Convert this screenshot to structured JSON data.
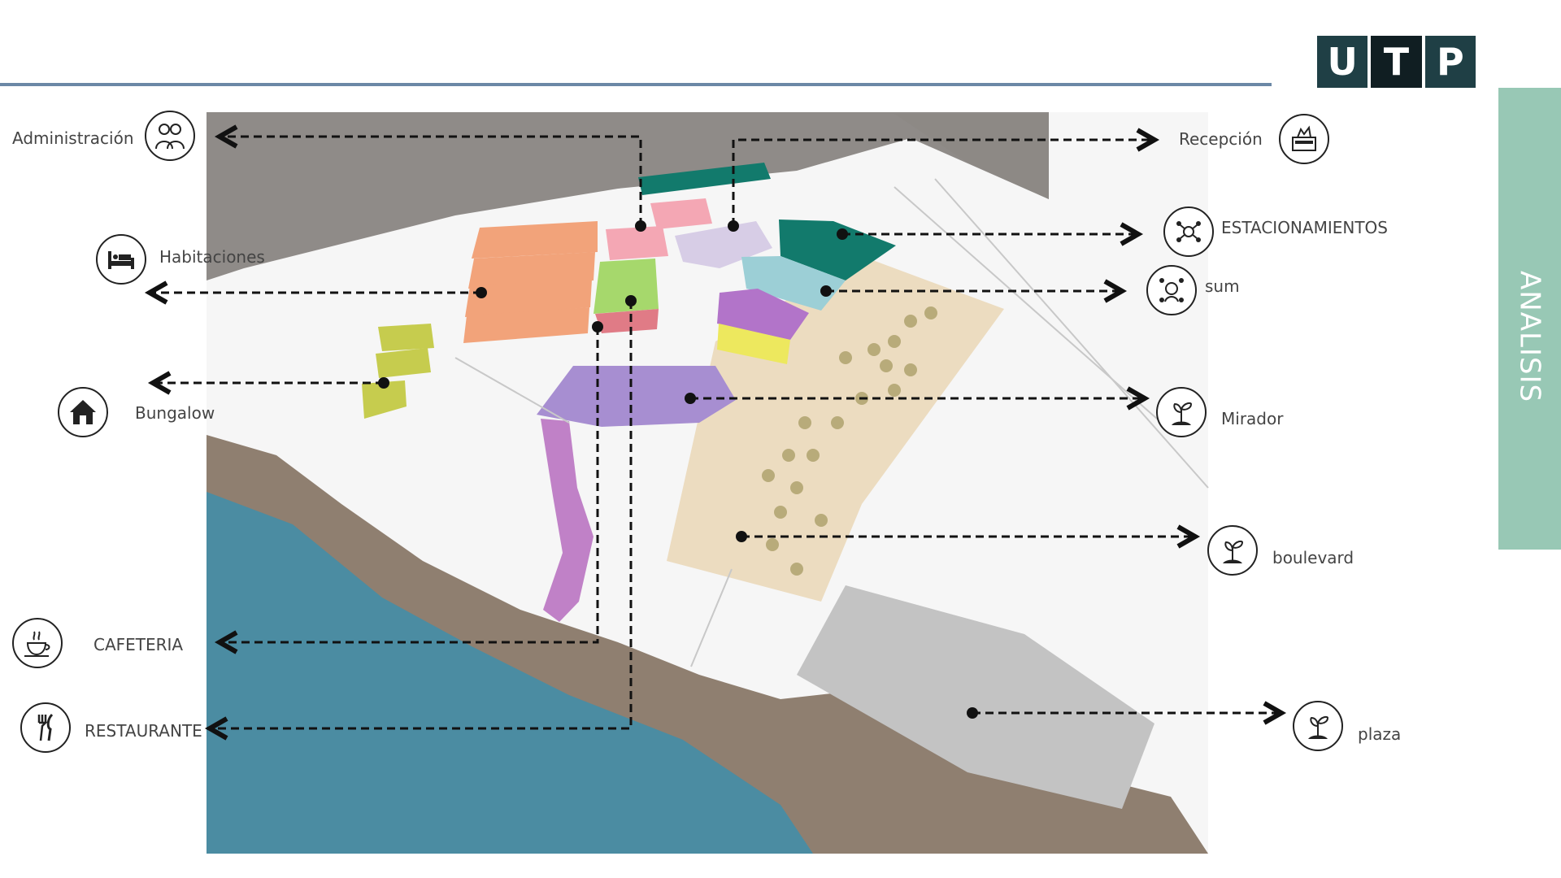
{
  "logo": {
    "letters": [
      "U",
      "T",
      "P"
    ]
  },
  "side_tab": {
    "label": "ANALISIS",
    "color": "#98c8b5"
  },
  "colors": {
    "header_line": "#6b88a6",
    "habitaciones": "#f2a37a",
    "recepcion": "#f4a7b4",
    "restaurante": "#a6d86c",
    "estacionamientos": "#127a6c",
    "sum": "#9ccfd6",
    "bungalow": "#c6cc4e",
    "mirador": "#a78ed1",
    "boulevard": "#ecdcc0",
    "plaza": "#c3c3c3",
    "water": "#4b8ca2",
    "terrain": "#8f7f70"
  },
  "labels": {
    "administracion": "Administración",
    "recepcion": "Recepción",
    "estacionamientos": "ESTACIONAMIENTOS",
    "habitaciones": "Habitaciones",
    "sum": "sum",
    "bungalow": "Bungalow",
    "mirador": "Mirador",
    "boulevard": "boulevard",
    "cafeteria": "CAFETERIA",
    "restaurante": "RESTAURANTE",
    "plaza": "plaza"
  },
  "icons": {
    "administracion": "people-icon",
    "recepcion": "reception-desk-icon",
    "estacionamientos": "parking-network-icon",
    "habitaciones": "bed-icon",
    "sum": "meeting-network-icon",
    "bungalow": "house-icon",
    "mirador": "sprout-icon",
    "boulevard": "sprout-icon",
    "cafeteria": "coffee-cup-icon",
    "restaurante": "cutlery-icon",
    "plaza": "sprout-icon"
  }
}
